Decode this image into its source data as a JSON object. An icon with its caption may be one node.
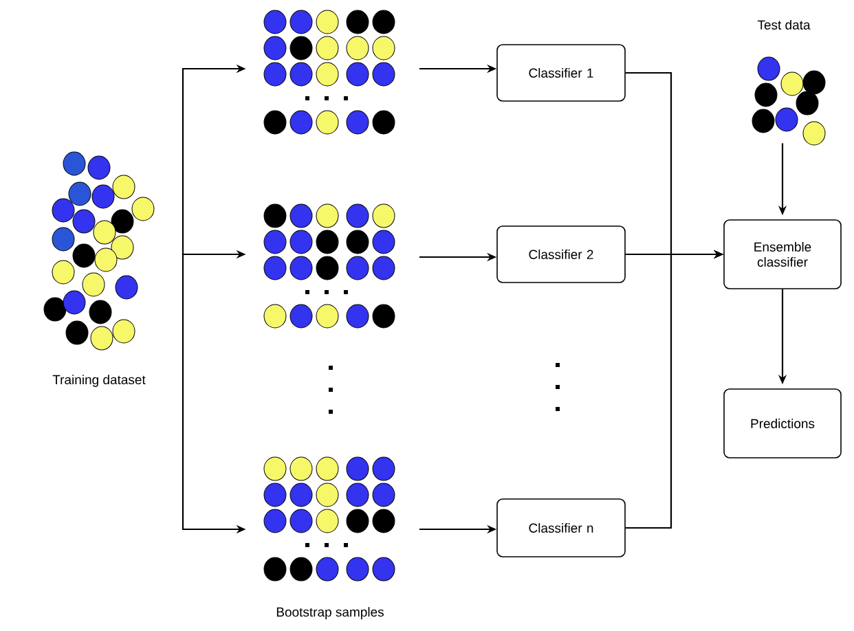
{
  "diagram": {
    "nodes": [
      {
        "text": [],
        "shape": "picture",
        "beside": [
          "Training dataset"
        ]
      },
      {
        "text": [],
        "shape": "picture"
      },
      {
        "text": [],
        "shape": "picture"
      },
      {
        "text": [],
        "shape": "picture"
      },
      {
        "text": [
          "Classifier 1"
        ]
      },
      {
        "text": [
          "Classifier 2"
        ]
      },
      {
        "text": [
          "Classifier n"
        ]
      },
      {
        "text": [],
        "shape": "picture",
        "beside": [
          "Test data"
        ]
      },
      {
        "text": [
          "Ensemble classifier"
        ]
      },
      {
        "text": [
          "Predictions"
        ]
      }
    ],
    "edges": [
      {
        "from": 0,
        "to": 1,
        "arrow": "to"
      },
      {
        "from": 0,
        "to": 2,
        "arrow": "to"
      },
      {
        "from": 0,
        "to": 3,
        "arrow": "to"
      },
      {
        "from": 1,
        "to": 4,
        "arrow": "to"
      },
      {
        "from": 2,
        "to": 5,
        "arrow": "to"
      },
      {
        "from": 3,
        "to": 6,
        "arrow": "to"
      },
      {
        "from": 4,
        "to": 8,
        "arrow": "to"
      },
      {
        "from": 5,
        "to": 8,
        "arrow": "to"
      },
      {
        "from": 6,
        "to": 8,
        "arrow": "to"
      },
      {
        "from": 7,
        "to": 8,
        "arrow": "to"
      },
      {
        "from": 8,
        "to": 9,
        "arrow": "to"
      }
    ],
    "labels": [
      "Bootstrap samples"
    ]
  }
}
